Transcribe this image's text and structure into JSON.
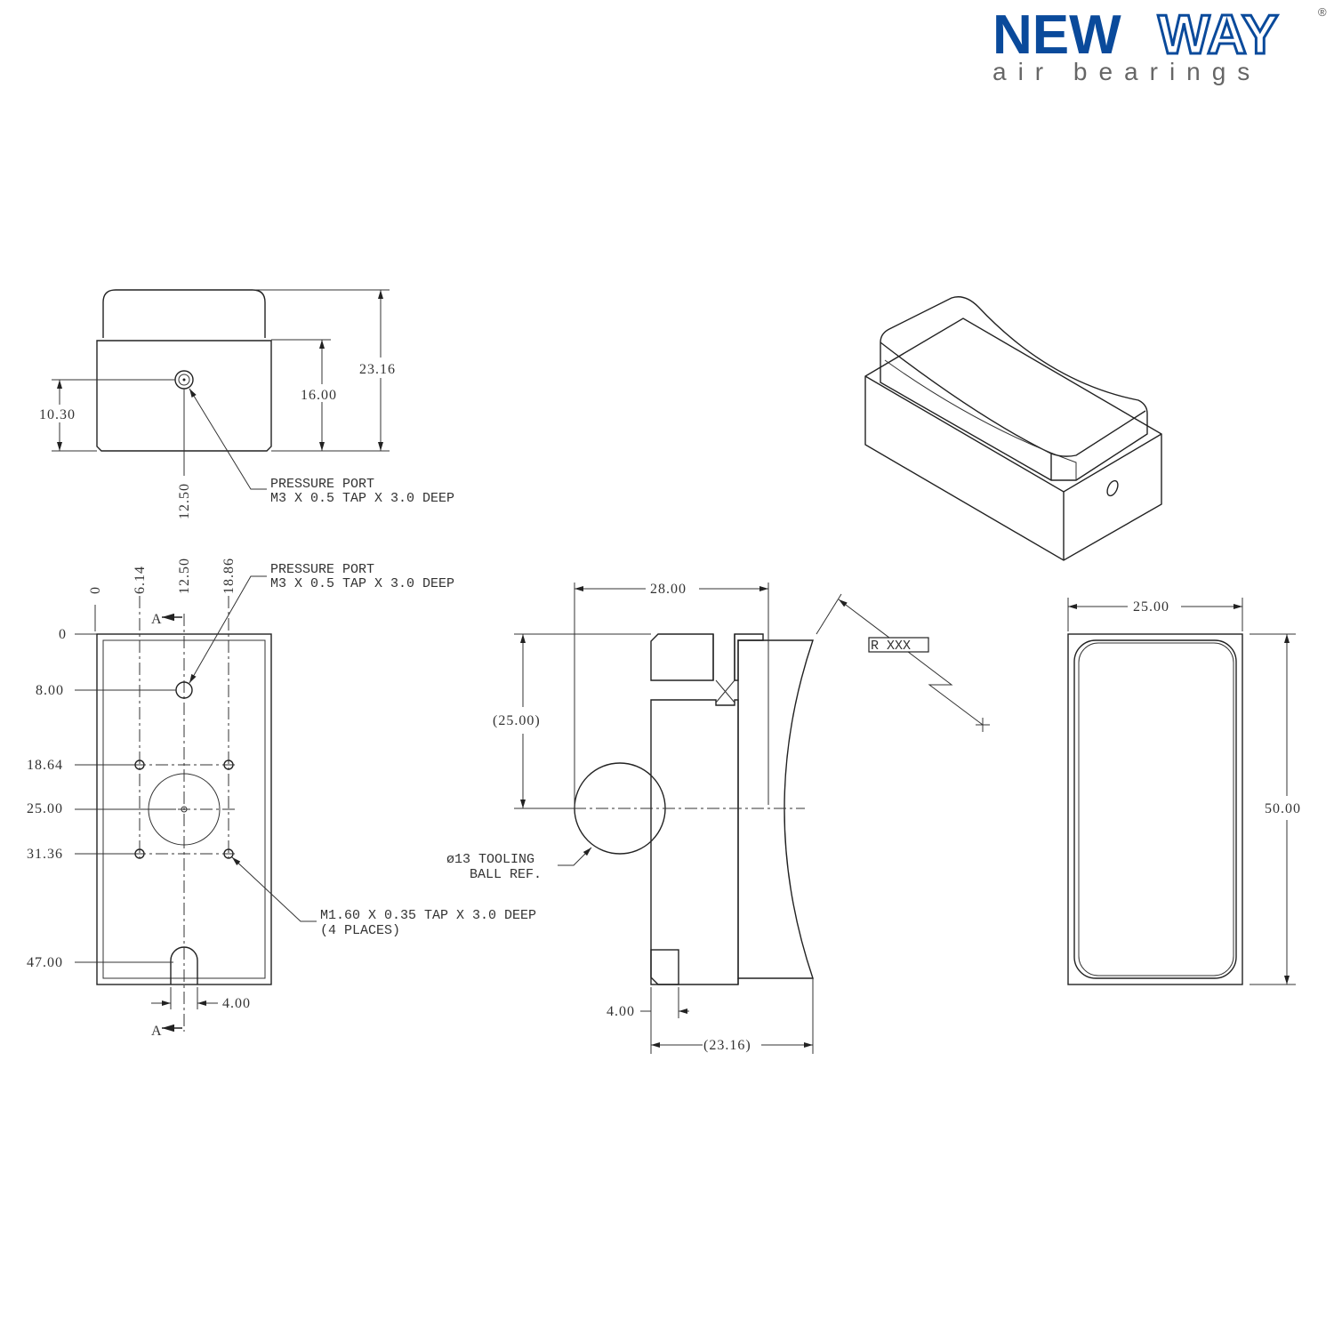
{
  "logo": {
    "brand_left": "NEW",
    "brand_right": "WAY",
    "registered": "®",
    "tagline": "air bearings",
    "color": "#0a4a9b"
  },
  "side_view": {
    "dims": {
      "overall_height": "23.16",
      "body_height": "16.00",
      "port_height": "10.30",
      "port_position": "12.50"
    },
    "note": [
      "PRESSURE  PORT",
      "M3  X  0.5  TAP  X  3.0  DEEP"
    ]
  },
  "top_view": {
    "x_ticks": [
      "0",
      "6.14",
      "12.50",
      "18.86"
    ],
    "y_ticks": [
      "0",
      "8.00",
      "18.64",
      "25.00",
      "31.36",
      "47.00"
    ],
    "section_label": "A",
    "slot_width": "4.00",
    "port_note": [
      "PRESSURE  PORT",
      "M3  X  0.5  TAP  X  3.0  DEEP"
    ],
    "tap_note": [
      "M1.60  X  0.35  TAP  X  3.0  DEEP",
      "(4  PLACES)"
    ]
  },
  "section_view": {
    "width": "28.00",
    "ball_height": "(25.00)",
    "step": "4.00",
    "depth": "(23.16)",
    "radius": "R  XXX",
    "ball_note": [
      "ø13  TOOLING",
      "BALL  REF."
    ]
  },
  "bottom_view": {
    "width": "25.00",
    "length": "50.00"
  }
}
